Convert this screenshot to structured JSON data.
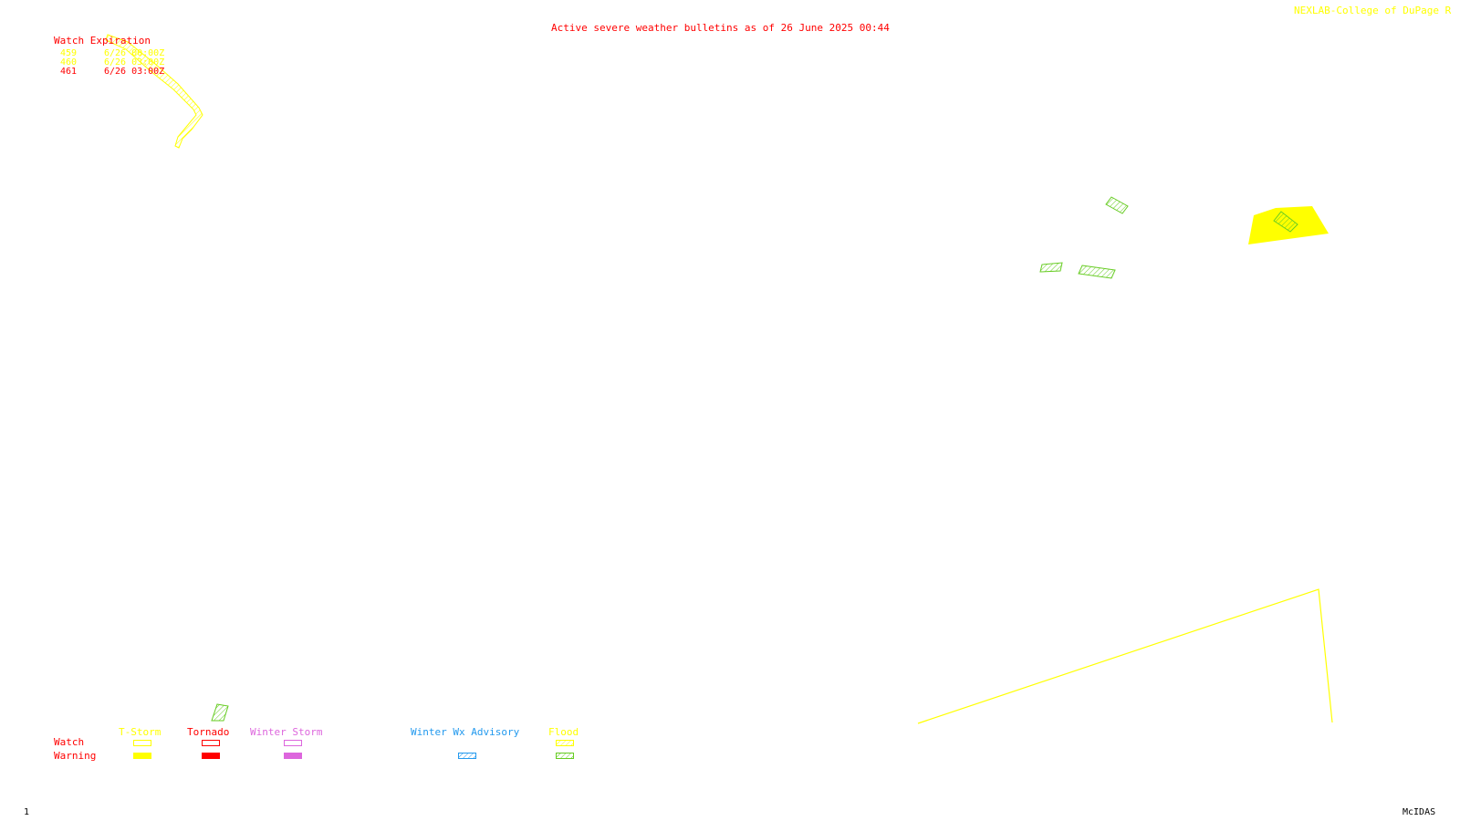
{
  "header": {
    "bulletin_title": "Active severe weather bulletins as of 26 June 2025 00:44",
    "credit": "NEXLAB-College of DuPage R"
  },
  "watch_expiration": {
    "title": "Watch Expiration",
    "rows": [
      {
        "id": "459",
        "time": "6/26 00:00Z",
        "color": "#ffff00"
      },
      {
        "id": "460",
        "time": "6/26 03:00Z",
        "color": "#ffff00"
      },
      {
        "id": "461",
        "time": "6/26 03:00Z",
        "color": "#ff0000"
      }
    ]
  },
  "legend": {
    "row_labels": {
      "watch": "Watch",
      "warning": "Warning"
    },
    "categories": [
      {
        "label": "T-Storm",
        "color": "#ffff00",
        "watch_style": "outline",
        "warning_style": "fill"
      },
      {
        "label": "Tornado",
        "color": "#ff0000",
        "watch_style": "outline",
        "warning_style": "fill"
      },
      {
        "label": "Winter Storm",
        "color": "#dd66dd",
        "watch_style": "outline",
        "warning_style": "fill"
      },
      {
        "label": "Winter Wx Advisory",
        "color": "#2299ee",
        "watch_style": "none",
        "warning_style": "hatch"
      },
      {
        "label": "Flood",
        "color": "#ffff00",
        "watch_style": "hatch",
        "warning_style": "hatch",
        "warning_color": "#66cc22"
      }
    ]
  },
  "footer": {
    "frame_number": "1",
    "software": "McIDAS"
  },
  "colors": {
    "label_red": "#ff0000",
    "watch_yellow": "#ffff00",
    "flood_green": "#66cc22"
  }
}
